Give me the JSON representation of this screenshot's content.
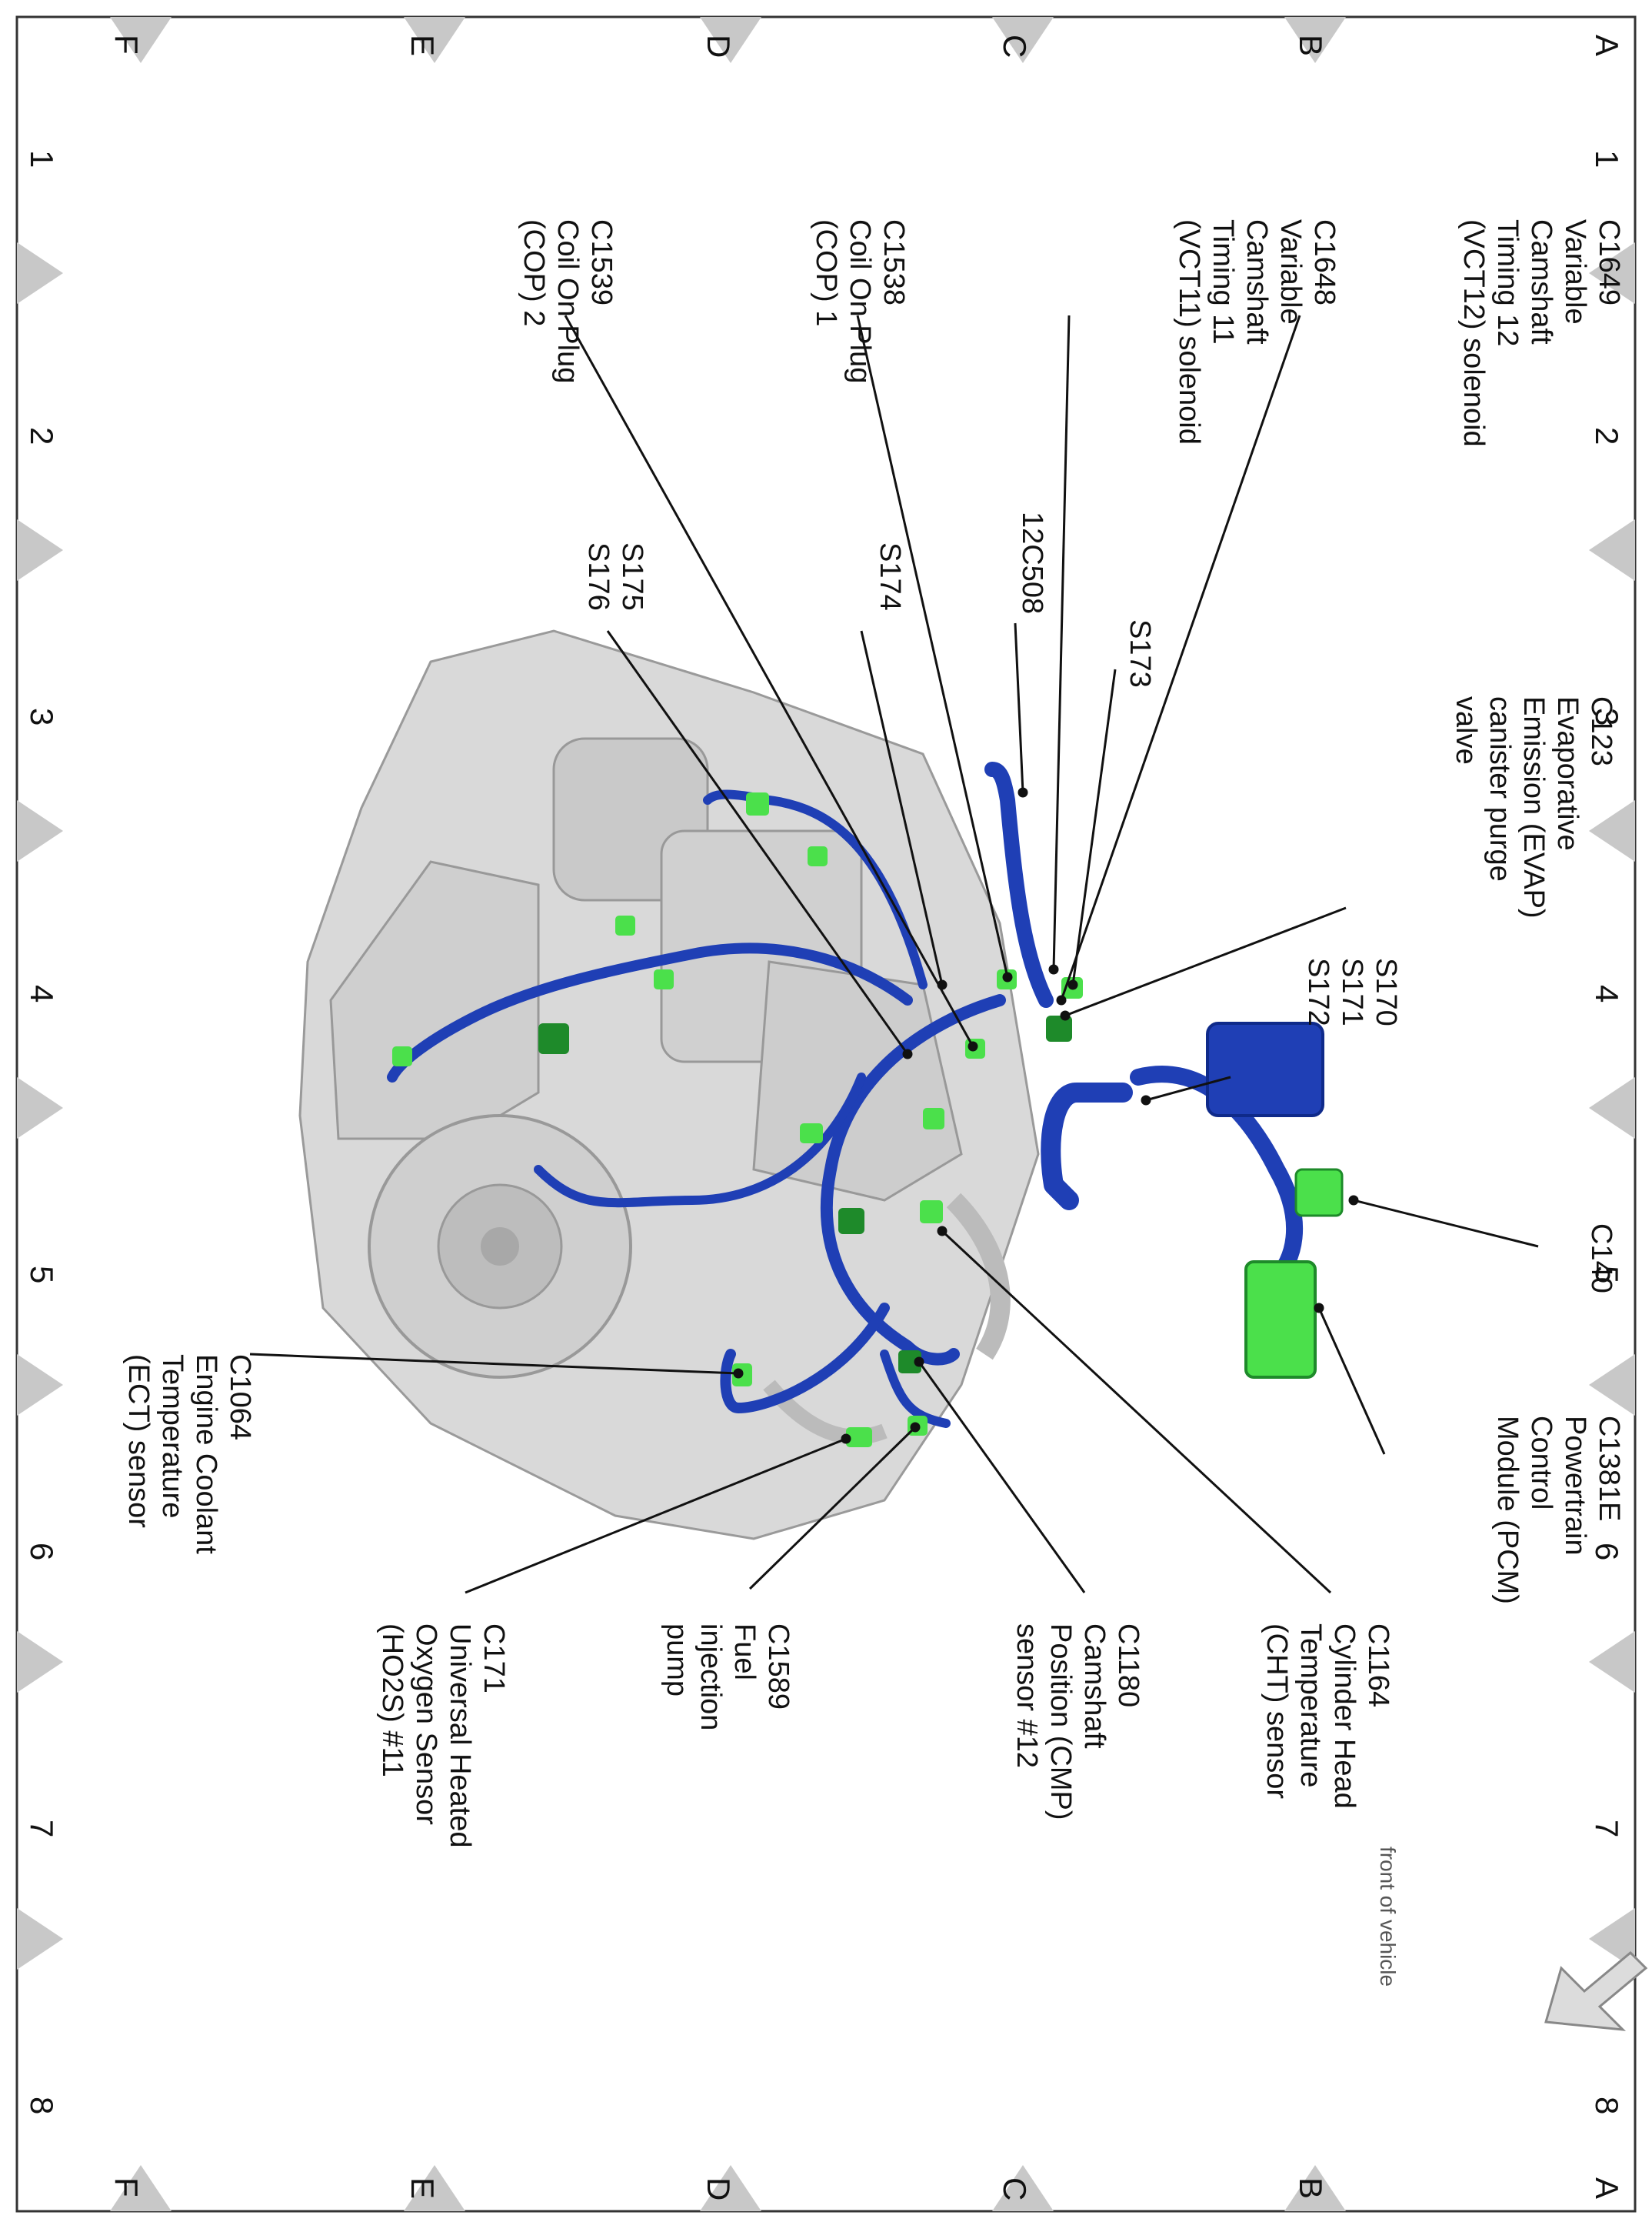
{
  "grid": {
    "letters_left": [
      "A",
      "B",
      "C",
      "D",
      "E",
      "F"
    ],
    "numbers": [
      "1",
      "2",
      "3",
      "4",
      "5",
      "6",
      "7",
      "8"
    ]
  },
  "labels": {
    "c1649": [
      "C1649",
      "Variable",
      "Camshaft",
      "Timing 12",
      "(VCT12) solenoid"
    ],
    "c1648": [
      "C1648",
      "Variable",
      "Camshaft",
      "Timing 11",
      "(VCT11) solenoid"
    ],
    "c1538": [
      "C1538",
      "Coil On Plug",
      "(COP) 1"
    ],
    "c1539": [
      "C1539",
      "Coil On Plug",
      "(COP) 2"
    ],
    "s173": [
      "S173"
    ],
    "c12c508": [
      "12C508"
    ],
    "s174": [
      "S174"
    ],
    "s175": [
      "S175",
      "S176"
    ],
    "c123": [
      "C123",
      "Evaporative",
      "Emission (EVAP)",
      "canister purge",
      "valve"
    ],
    "s170": [
      "S170",
      "S171",
      "S172"
    ],
    "c140": [
      "C140"
    ],
    "c1381e": [
      "C1381E",
      "Powertrain",
      "Control",
      "Module (PCM)"
    ],
    "c1164": [
      "C1164",
      "Cylinder Head",
      "Temperature",
      "(CHT) sensor"
    ],
    "c1180": [
      "C1180",
      "Camshaft",
      "Position (CMP)",
      "sensor #12"
    ],
    "c1589": [
      "C1589",
      "Fuel",
      "injection",
      "pump"
    ],
    "c171": [
      "C171",
      "Universal Heated",
      "Oxygen Sensor",
      "(HO2S) #11"
    ],
    "c1064": [
      "C1064",
      "Engine Coolant",
      "Temperature",
      "(ECT) sensor"
    ]
  },
  "front_note": "front of vehicle",
  "colors": {
    "harness": "#1f3fb5",
    "harness_dark": "#0f2a8a",
    "connector": "#4be04b",
    "connector_dark": "#1e8a2a",
    "engine": "#d6d6d6",
    "triangle": "#c8c8c8"
  }
}
